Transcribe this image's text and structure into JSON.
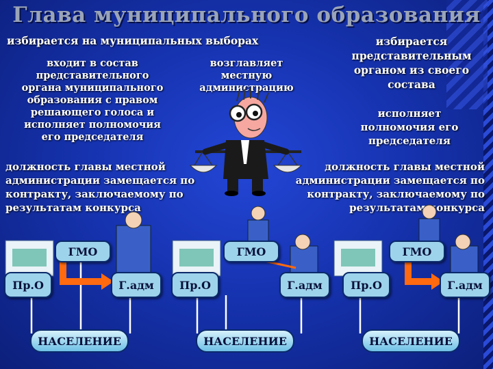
{
  "title": "Глава муниципального образования",
  "left": {
    "elected": "избирается на муниципальных выборах",
    "joins": [
      "входит в состав",
      "представительного",
      "органа муниципального",
      "образования с правом",
      "решающего голоса и",
      "исполняет полномочия",
      "его председателя"
    ],
    "heads": [
      "возглавляет",
      "местную",
      "администрацию"
    ],
    "contract": [
      "должность главы местной",
      "администрации замещается по",
      "контракту, заключаемому по",
      "результатам конкурса"
    ]
  },
  "right": {
    "elected": [
      "избирается",
      "представительным",
      "органом из своего",
      "состава"
    ],
    "chairs": [
      "исполняет",
      "полномочия его",
      "председателя"
    ],
    "contract": [
      "должность главы местной",
      "администрации замещается по",
      "контракту, заключаемому по",
      "результатам конкурса"
    ]
  },
  "schemes": [
    {
      "gmo": "ГМО",
      "pro": "Пр.О",
      "gadm": "Г.адм",
      "population": "НАСЕЛЕНИЕ"
    },
    {
      "gmo": "ГМО",
      "pro": "Пр.О",
      "gadm": "Г.адм",
      "population": "НАСЕЛЕНИЕ"
    },
    {
      "gmo": "ГМО",
      "pro": "Пр.О",
      "gadm": "Г.адм",
      "population": "НАСЕЛЕНИЕ"
    }
  ],
  "colors": {
    "arrow": "#ff6a10",
    "box": "#9ed3ec",
    "text": "#ffffff",
    "title": "#9aa4b8",
    "line": "#ffffff"
  }
}
